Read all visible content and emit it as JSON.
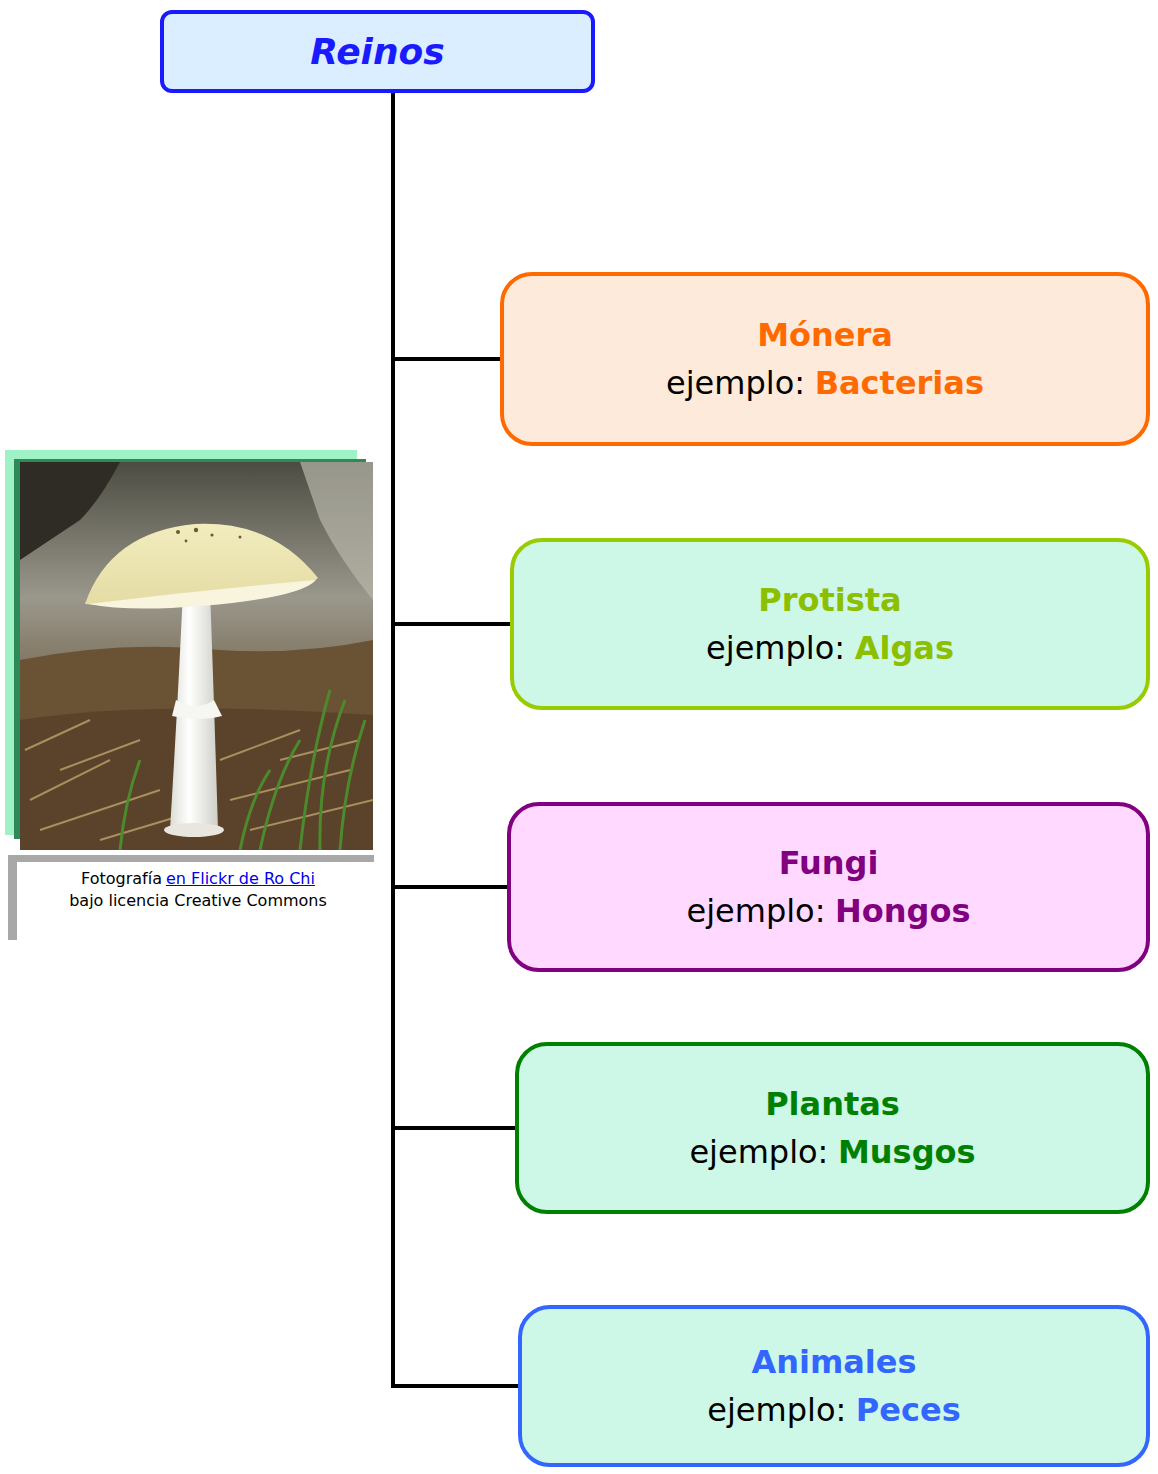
{
  "diagram": {
    "nodes": [
      {
        "text": [
          "Reinos"
        ]
      },
      {
        "text": [
          "Mónera",
          "ejemplo:",
          "Bacterias"
        ]
      },
      {
        "text": [
          "Protista",
          "ejemplo:",
          "Algas"
        ]
      },
      {
        "text": [
          "Fungi",
          "ejemplo:",
          "Hongos"
        ]
      },
      {
        "text": [
          "Plantas",
          "ejemplo:",
          "Musgos"
        ]
      },
      {
        "text": [
          "Animales",
          "ejemplo:",
          "Peces"
        ]
      }
    ],
    "edges": [
      {
        "from": 0,
        "to": 1,
        "arrow": "none"
      },
      {
        "from": 0,
        "to": 2,
        "arrow": "none"
      },
      {
        "from": 0,
        "to": 3,
        "arrow": "none"
      },
      {
        "from": 0,
        "to": 4,
        "arrow": "none"
      },
      {
        "from": 0,
        "to": 5,
        "arrow": "none"
      }
    ],
    "labels": [
      "Fotografía",
      "en Flickr de Ro Chi",
      "bajo licencia Creative Commons"
    ]
  }
}
